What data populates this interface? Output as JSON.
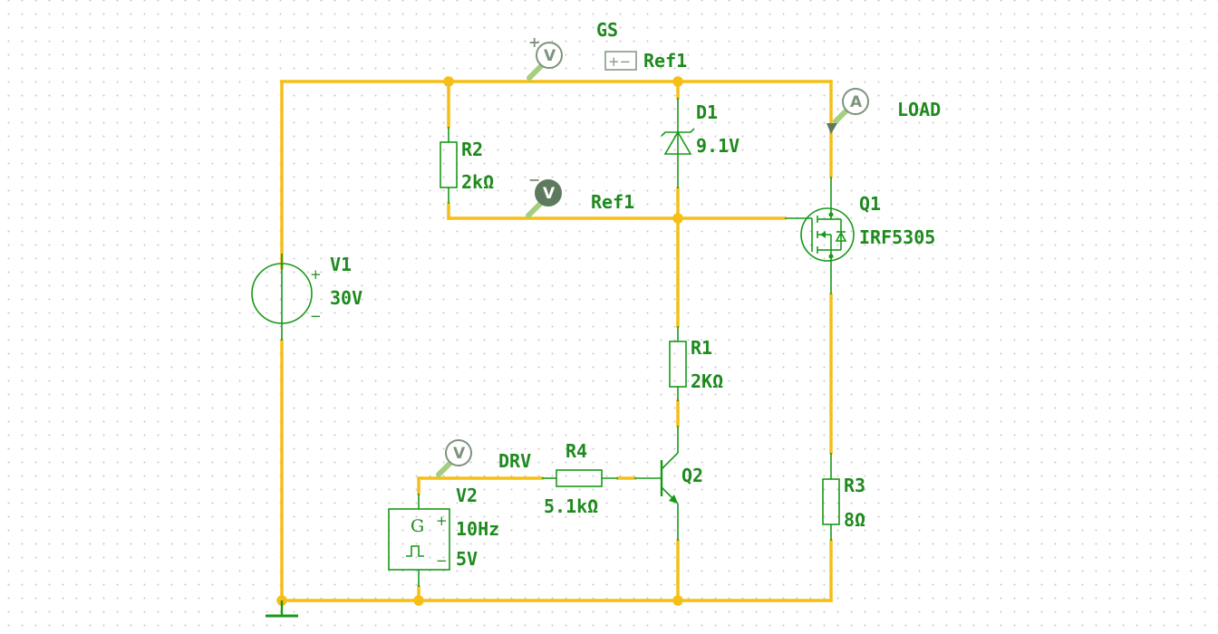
{
  "schematic": {
    "labels": {
      "gs": "GS",
      "ref_top": "Ref1",
      "ref_mid": "Ref1",
      "load": "LOAD",
      "drv": "DRV"
    },
    "components": {
      "v1": {
        "name": "V1",
        "value": "30V",
        "plus": "+",
        "minus": "−"
      },
      "v2": {
        "name": "V2",
        "freq": "10Hz",
        "amp": "5V",
        "glyph": "G",
        "plus": "+",
        "minus": "−"
      },
      "r1": {
        "name": "R1",
        "value": "2KΩ"
      },
      "r2": {
        "name": "R2",
        "value": "2kΩ"
      },
      "r3": {
        "name": "R3",
        "value": "8Ω"
      },
      "r4": {
        "name": "R4",
        "value": "5.1kΩ"
      },
      "d1": {
        "name": "D1",
        "value": "9.1V"
      },
      "q1": {
        "name": "Q1",
        "value": "IRF5305"
      },
      "q2": {
        "name": "Q2"
      }
    },
    "probes": {
      "voltmeter_top": {
        "letter": "V",
        "sign": "+"
      },
      "voltmeter_mid": {
        "letter": "V",
        "sign": "−"
      },
      "voltmeter_drv": {
        "letter": "V"
      },
      "ammeter_load": {
        "letter": "A"
      },
      "ref_icon": "+−"
    },
    "colors": {
      "wire": "#f5bf16",
      "component": "#179917",
      "label": "#1e8a1e",
      "probe": "#7e937e"
    }
  }
}
